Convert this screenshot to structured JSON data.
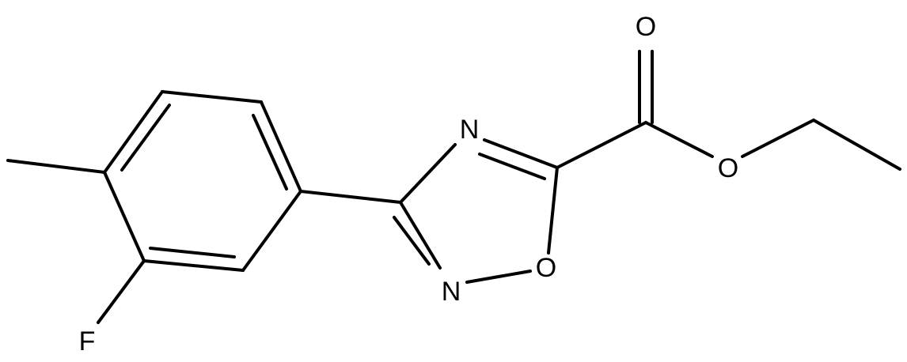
{
  "molecule": {
    "atoms": {
      "o_carbonyl": "O",
      "o_ester": "O",
      "n_ring_top": "N",
      "n_ring_bottom": "N",
      "o_ring": "O",
      "f": "F"
    }
  }
}
